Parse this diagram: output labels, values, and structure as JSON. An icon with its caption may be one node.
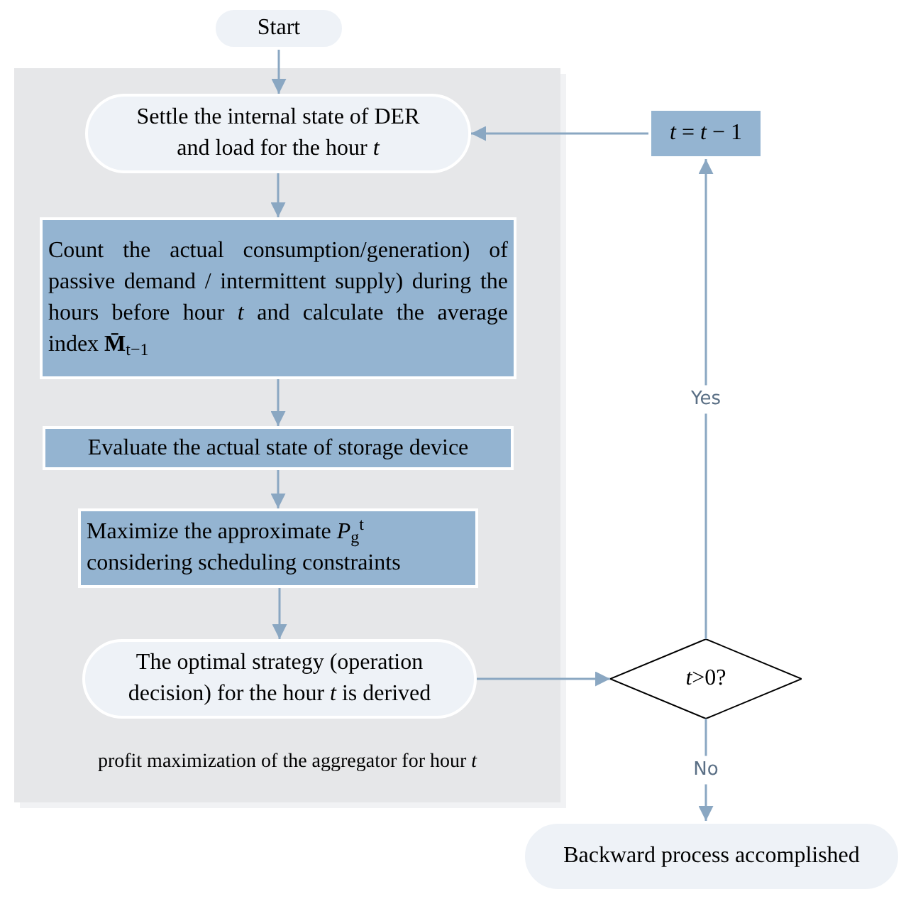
{
  "diagram": {
    "nodes": [
      {
        "text": [
          "Start"
        ]
      },
      {
        "text": [
          "profit maximization of the aggregator for hour *t*"
        ]
      },
      {
        "text": [
          "Settle the internal state of DER and load for the hour *t*"
        ],
        "in": 1
      },
      {
        "text": [
          "Count the actual consumption/generation) of passive demand / intermittent supply) during the hours before hour *t* and calculate the average index **M̄**$_{t−1}$"
        ],
        "in": 1
      },
      {
        "text": [
          "Evaluate the actual state of storage device"
        ],
        "in": 1
      },
      {
        "text": [
          "Maximize the approximate *P*$_{g}$$^{t}$ considering scheduling constraints"
        ],
        "in": 1
      },
      {
        "text": [
          "The optimal strategy (operation decision) for the hour *t* is derived"
        ],
        "in": 1
      },
      {
        "text": [
          "*t*>0?"
        ]
      },
      {
        "text": [
          "*t* = *t* − 1"
        ]
      },
      {
        "text": [
          "Backward process accomplished"
        ]
      }
    ],
    "edges": [
      {
        "from": 0,
        "to": 2,
        "arrow": "to"
      },
      {
        "from": 2,
        "to": 3,
        "arrow": "to"
      },
      {
        "from": 3,
        "to": 4,
        "arrow": "to"
      },
      {
        "from": 4,
        "to": 5,
        "arrow": "to"
      },
      {
        "from": 5,
        "to": 6,
        "arrow": "to"
      },
      {
        "from": 6,
        "to": 7,
        "arrow": "to"
      },
      {
        "from": 7,
        "to": 8,
        "arrow": "to",
        "label": "Yes"
      },
      {
        "from": 8,
        "to": 2,
        "arrow": "to"
      },
      {
        "from": 7,
        "to": 9,
        "arrow": "to",
        "label": "No"
      }
    ]
  }
}
